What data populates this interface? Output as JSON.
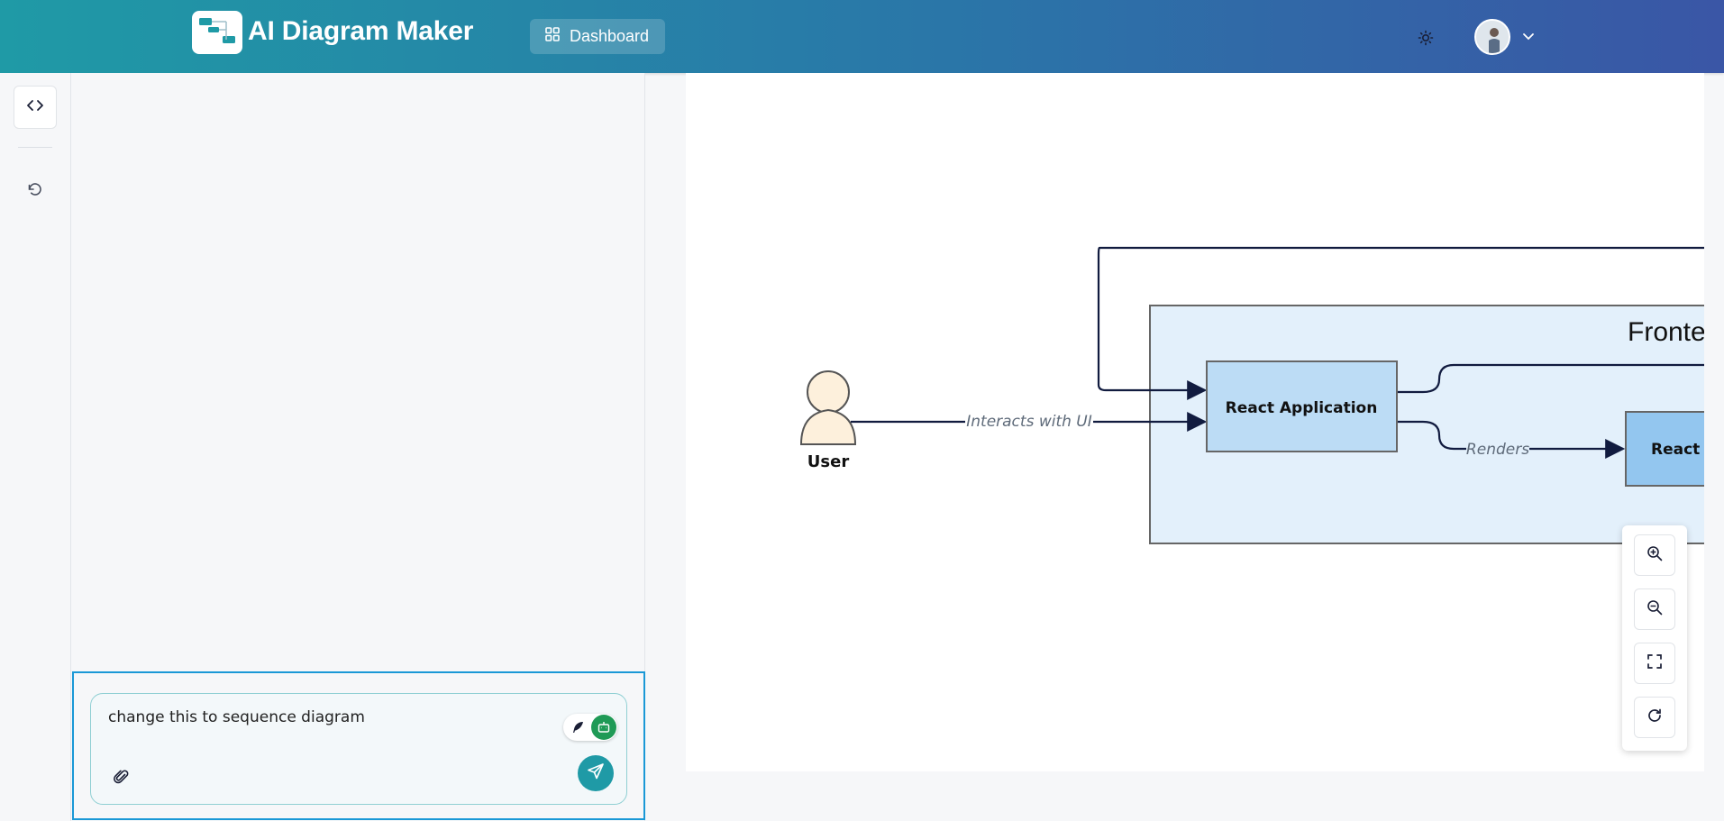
{
  "header": {
    "app_title": "AI Diagram Maker",
    "dashboard_label": "Dashboard",
    "logo_icon": "diagram-logo-icon",
    "theme_icon": "sun-icon",
    "avatar_icon": "user-avatar",
    "menu_icon": "chevron-down-icon",
    "colors": {
      "gradient_start": "#1f9aa6",
      "gradient_end": "#3a56a6"
    }
  },
  "rail": {
    "code_icon": "code-icon",
    "reset_icon": "history-reset-icon"
  },
  "composer": {
    "text": "change this to sequence diagram",
    "attach_icon": "paperclip-icon",
    "mode_left_icon": "feather-icon",
    "mode_right_icon": "robot-icon",
    "send_icon": "send-icon",
    "colors": {
      "focus_border": "#1a98d6",
      "send": "#1f9aa6",
      "mode_active": "#1f9a56"
    }
  },
  "diagram": {
    "actor_label": "User",
    "edge_interacts": "Interacts with UI",
    "group_title": "Fronte",
    "node_react_app": "React Application",
    "edge_renders": "Renders",
    "node_react_c": "React C",
    "colors": {
      "group_fill": "#e3f0fb",
      "node_fill": "#bcdcf5",
      "node_fill_2": "#93c6ef",
      "actor_fill": "#fdf0dc",
      "edge": "#111b3f"
    }
  },
  "zoom_controls": {
    "zoom_in_icon": "zoom-in-icon",
    "zoom_out_icon": "zoom-out-icon",
    "fit_icon": "fit-screen-icon",
    "reset_icon": "refresh-icon"
  }
}
